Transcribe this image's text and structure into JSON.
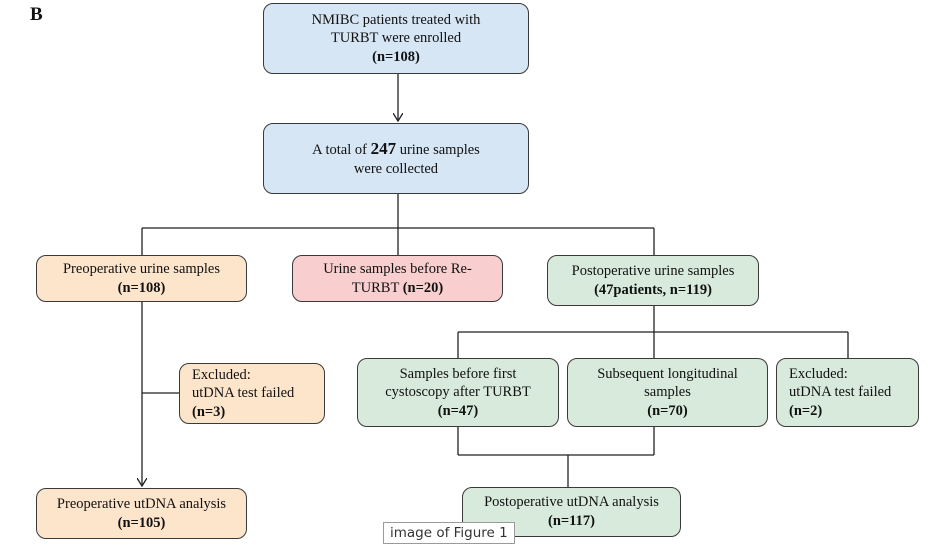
{
  "panel_label": "B",
  "corner_text": "",
  "caption": "image of Figure 1",
  "boxes": {
    "enrolled": {
      "line1": "NMIBC patients treated with",
      "line2": "TURBT were enrolled",
      "count": "(n=108)"
    },
    "collected": {
      "prefix": "A total of ",
      "number": "247",
      "suffix": " urine samples",
      "line2": "were collected"
    },
    "preoperative": {
      "line1": "Preoperative urine samples",
      "count": "(n=108)"
    },
    "before_returbt": {
      "line1": "Urine samples before Re-",
      "line2": "TURBT ",
      "count": "(n=20)"
    },
    "postoperative": {
      "line1": "Postoperative urine samples",
      "count": "(47patients, n=119)"
    },
    "excluded_pre": {
      "line1": "Excluded:",
      "line2": "utDNA test failed",
      "count": "(n=3)"
    },
    "first_cystoscopy": {
      "line1": "Samples before first",
      "line2": "cystoscopy after TURBT",
      "count": "(n=47)"
    },
    "longitudinal": {
      "line1": "Subsequent longitudinal",
      "line2": "samples",
      "count": "(n=70)"
    },
    "excluded_post": {
      "line1": "Excluded:",
      "line2": "utDNA test failed",
      "count": "(n=2)"
    },
    "pre_analysis": {
      "line1": "Preoperative utDNA analysis",
      "count": "(n=105)"
    },
    "post_analysis": {
      "line1": "Postoperative utDNA analysis",
      "count": "(n=117)"
    }
  },
  "colors": {
    "blue_fill": "#d6e6f5",
    "orange_fill": "#fde5cc",
    "pink_fill": "#f8cece",
    "green_fill": "#d8eadb",
    "border": "#3a3a3a"
  }
}
